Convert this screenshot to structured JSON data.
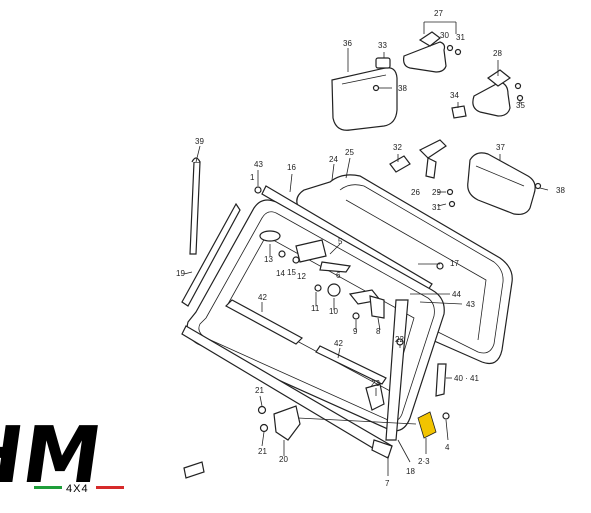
{
  "labels": {
    "l27": "27",
    "l30": "30",
    "l31a": "31",
    "l36": "36",
    "l33": "33",
    "l38a": "38",
    "l28": "28",
    "l34": "34",
    "l35": "35",
    "l39": "39",
    "l43a": "43",
    "l1": "1",
    "l16": "16",
    "l24": "24",
    "l25": "25",
    "l32": "32",
    "l37": "37",
    "l26": "26",
    "l29": "29",
    "l38b": "38",
    "l31b": "31",
    "l5": "5",
    "l13": "13",
    "l14": "14",
    "l15": "15",
    "l12": "12",
    "l6": "6",
    "l17": "17",
    "l19": "19",
    "l44": "44",
    "l43b": "43",
    "l42a": "42",
    "l11": "11",
    "l10": "10",
    "l9": "9",
    "l8": "8",
    "l22": "22",
    "l42b": "42",
    "l4041": "40 · 41",
    "l23": "23",
    "l21a": "21",
    "l21b": "21",
    "l20": "20",
    "l4": "4",
    "l23b": "2·3",
    "l18": "18",
    "l7": "7"
  },
  "logo": {
    "text": "HM",
    "sub": "4X4",
    "flag_colors": [
      "#1e9e3a",
      "#ffffff",
      "#d62a2a"
    ]
  }
}
